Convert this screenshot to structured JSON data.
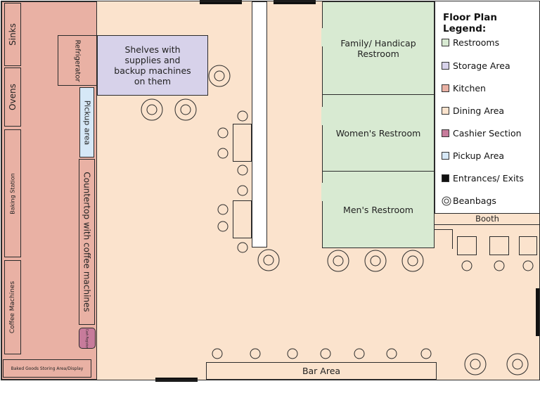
{
  "kitchen": {
    "stations": {
      "sinks": "Sinks",
      "ovens": "Ovens",
      "baking": "Baking Station",
      "coffee_machines": "Coffee Machines",
      "refrigerator": "Refrigerator",
      "baked_goods": "Baked Goods Storing Area/Display"
    }
  },
  "storage": {
    "label": "Shelves with supplies and backup machines on them"
  },
  "pickup": {
    "label": "Pickup area"
  },
  "countertop": {
    "label": "Countertop with coffee machines"
  },
  "cashier": {
    "label": "Cash Register"
  },
  "restrooms": {
    "family": "Family/ Handicap Restroom",
    "womens": "Women's Restroom",
    "mens": "Men's Restroom"
  },
  "booth": {
    "label": "Booth"
  },
  "bar": {
    "label": "Bar Area"
  },
  "legend": {
    "title": "Floor Plan Legend:",
    "items": [
      {
        "label": "Restrooms",
        "color": "#d8ead2"
      },
      {
        "label": "Storage Area",
        "color": "#d7d2ea"
      },
      {
        "label": "Kitchen",
        "color": "#e9b1a4"
      },
      {
        "label": "Dining Area",
        "color": "#fbe3cd"
      },
      {
        "label": "Cashier Section",
        "color": "#c77b9b"
      },
      {
        "label": "Pickup Area",
        "color": "#d6e8f7"
      },
      {
        "label": "Entrances/ Exits",
        "color": "#111111"
      },
      {
        "label": "Beanbags",
        "icon": "beanbag-icon"
      }
    ]
  },
  "colors": {
    "kitchen": "#e9b1a4",
    "dining": "#fbe3cd",
    "restroom": "#d8ead2",
    "storage": "#d7d2ea",
    "pickup": "#d6e8f7",
    "cashier": "#c77b9b",
    "exit": "#111111"
  }
}
